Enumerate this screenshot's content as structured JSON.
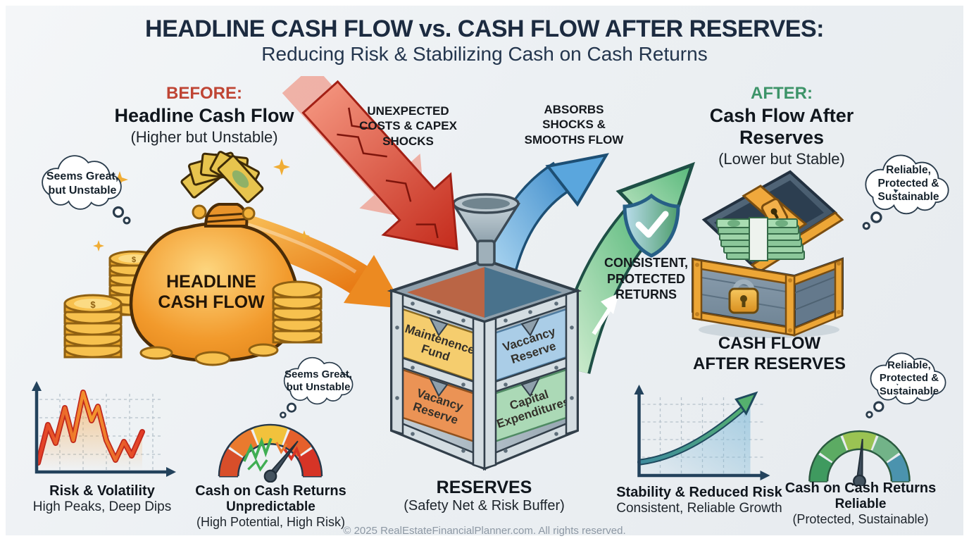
{
  "title": {
    "line1": "HEADLINE CASH FLOW vs. CASH FLOW AFTER RESERVES:",
    "line2": "Reducing Risk & Stabilizing Cash on Cash Returns"
  },
  "before": {
    "kicker": "BEFORE:",
    "heading": "Headline Cash Flow",
    "note": "(Higher but Unstable)",
    "bubble_lines": [
      "Seems Great,",
      "but Unstable"
    ],
    "bag_lines": [
      "HEADLINE",
      "CASH FLOW"
    ]
  },
  "after": {
    "kicker": "AFTER:",
    "heading": "Cash Flow After Reserves",
    "note": "(Lower but Stable)",
    "bubble_top_lines": [
      "Reliable,",
      "Protected &",
      "Sustainable"
    ],
    "bubble_bottom_lines": [
      "Reliable,",
      "Protected &",
      "Sustainable"
    ],
    "chest_lines": [
      "CASH FLOW",
      "AFTER RESERVES"
    ]
  },
  "center": {
    "shock_lines": [
      "UNEXPECTED",
      "COSTS & CAPEX",
      "SHOCKS"
    ],
    "absorb_lines": [
      "ABSORBS",
      "SHOCKS &",
      "SMOOTHS FLOW"
    ],
    "consistent_lines": [
      "CONSISTENT,",
      "PROTECTED",
      "RETURNS"
    ],
    "bubble_lines": [
      "Seems Great,",
      "but Unstable"
    ],
    "panels": {
      "maintenance": [
        "Maintenence",
        "Fund"
      ],
      "vacancy_top": [
        "Vaccancy",
        "Reserve"
      ],
      "vacancy_bottom": [
        "Vacancy",
        "Reserve"
      ],
      "capex": [
        "Capital",
        "Expenditures"
      ]
    },
    "reserves_heading": "RESERVES",
    "reserves_note": "(Safety Net & Risk Buffer)"
  },
  "bottom_left": {
    "chart_title": "Risk & Volatility",
    "chart_note": "High Peaks, Deep Dips",
    "gauge_title": "Cash on Cash Returns",
    "gauge_status": "Unpredictable",
    "gauge_note": "(High Potential, High Risk)"
  },
  "bottom_right": {
    "chart_title": "Stability & Reduced Risk",
    "chart_note": "Consistent, Reliable Growth",
    "gauge_title": "Cash on Cash Returns",
    "gauge_status": "Reliable",
    "gauge_note": "(Protected, Sustainable)"
  },
  "footer": "© 2025 RealEstateFinancialPlanner.com. All rights reserved.",
  "colors": {
    "title_navy": "#1c2b40",
    "before_red": "#bf4534",
    "after_green": "#3d9469",
    "shock_red": "#c62f22",
    "flow_orange": "#ea7d17",
    "smooth_blue": "#4a94cf",
    "stable_green": "#57b87a",
    "gauge_risk": [
      "#d84e2a",
      "#ea7a2e",
      "#f2c23c",
      "#e5602c",
      "#d63426"
    ],
    "gauge_safe": [
      "#3f9a5f",
      "#5cab63",
      "#9ac353",
      "#72b388",
      "#4b93ae"
    ],
    "footer_gray": "#8d98a4"
  }
}
